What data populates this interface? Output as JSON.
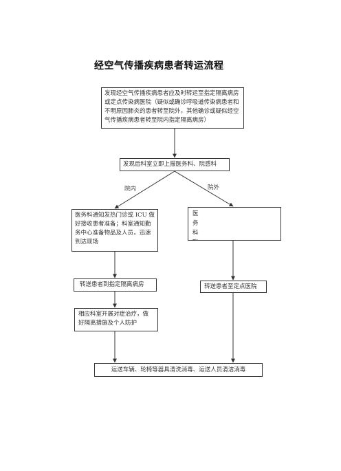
{
  "title": "经空气传播疾病患者转运流程",
  "nodes": {
    "discovery": "发现经空气传播疾病患者应及时转运至指定隔离病房或定点传染病医院（疑似或确诊呼吸道传染病患者和不明原因肺炎的患者转至院外，其他确诊或疑似经空气传播疾病患者转至院内指定隔离病房）",
    "report": "发现后科室立即上报医务科、院感科",
    "notify": "医务科通知发热门诊或 ICU 做好接收患者准备；科室通知勤务中心准备物品及人员，迅速到达现场",
    "outside_partial": "医务科联",
    "transfer_isolation": "转送患者到指定隔离病房",
    "transfer_hospital": "转送患者至定点医院",
    "treatment": "相应科室开展对症治疗，做好隔离措施及个人防护",
    "disinfect": "运送车辆、轮椅等器具清洗消毒、运送人员清洁消毒"
  },
  "branches": {
    "inside": "院内",
    "outside": "院外"
  }
}
